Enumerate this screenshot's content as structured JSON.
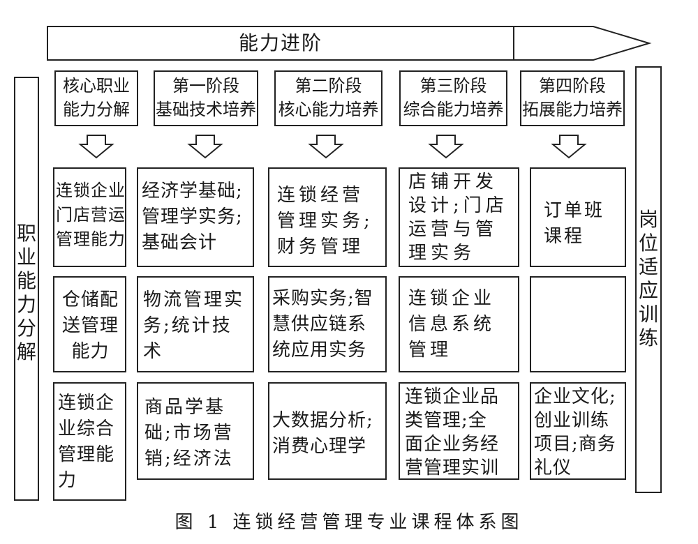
{
  "banner": {
    "label": "能力进阶"
  },
  "left_label": "职业能力分解",
  "right_label": "岗位适应训练",
  "columns": [
    {
      "header": "核心职业\n能力分解"
    },
    {
      "header": "第一阶段\n基础技术培养"
    },
    {
      "header": "第二阶段\n核心能力培养"
    },
    {
      "header": "第三阶段\n综合能力培养"
    },
    {
      "header": "第四阶段\n拓展能力培养"
    }
  ],
  "rows": [
    [
      "连锁企业\n门店营运\n管理能力",
      "经济学基础;\n管理学实务;\n基础会计",
      "连锁经营\n管理实务;\n财务管理",
      "店铺开发\n设计;门店\n运营与管\n理实务",
      "订单班\n课程"
    ],
    [
      "仓储配\n送管理\n能力",
      "物流管理实\n务;统计技\n术",
      "采购实务;智\n慧供应链系\n统应用实务",
      "连锁企业\n信息系统\n管理",
      ""
    ],
    [
      "连锁企\n业综合\n管理能\n力",
      "商品学基\n础;市场营\n销;经济法",
      "大数据分析;\n消费心理学",
      "连锁企业品\n类管理;全\n面企业务经\n营管理实训",
      "企业文化;\n创业训练\n项目;商务\n礼仪"
    ]
  ],
  "caption": "图 1   连锁经营管理专业课程体系图"
}
